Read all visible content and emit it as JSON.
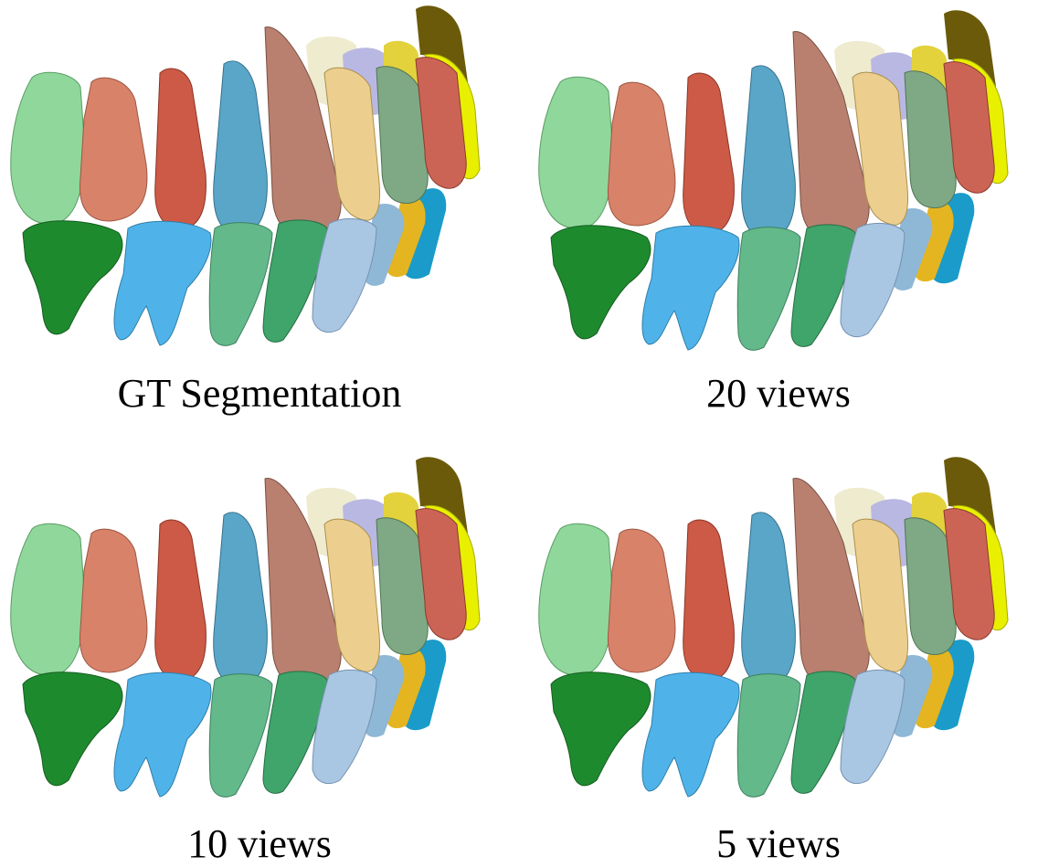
{
  "figure": {
    "panels": [
      {
        "caption": "GT Segmentation"
      },
      {
        "caption": "20 views"
      },
      {
        "caption": "10 views"
      },
      {
        "caption": "5 views"
      }
    ]
  },
  "colors": {
    "light_green": "#8fd79a",
    "salmon": "#d9826a",
    "red": "#cc5a46",
    "sky_blue": "#5aa6c8",
    "brown": "#b98070",
    "cream": "#eeebcf",
    "lavender": "#b9b8e2",
    "wheat": "#eccf8e",
    "sage": "#7fa985",
    "yellow": "#e3d23c",
    "olive": "#6b5a0a",
    "lime": "#e8f000",
    "dark_green": "#1e8a2e",
    "light_blue": "#4fb3ea",
    "mint": "#63b98a",
    "sea_green": "#3fa56a",
    "pale_blue": "#a9c6e3",
    "teal_blue": "#1a9bc9",
    "gold": "#e4b520"
  }
}
